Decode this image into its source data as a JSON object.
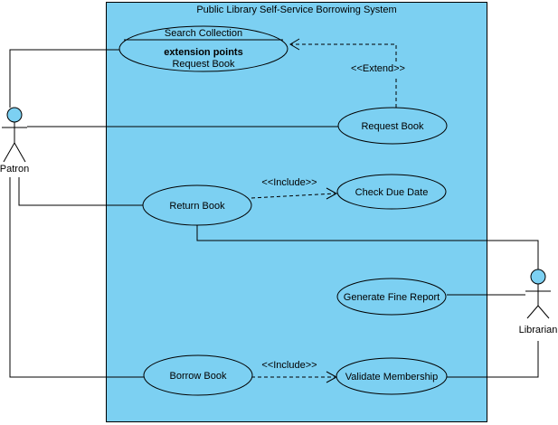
{
  "diagram": {
    "title": "Public Library Self-Service Borrowing System",
    "colors": {
      "node_fill": "#7CD0F2",
      "stroke": "#000000",
      "text": "#000000",
      "canvas_background": "#FFFFFF"
    },
    "actors": {
      "patron": {
        "label": "Patron"
      },
      "librarian": {
        "label": "Librarian"
      }
    },
    "use_cases": {
      "search_collection": {
        "label": "Search Collection",
        "extension_points_heading": "extension points",
        "extension_point": "Request Book"
      },
      "request_book": {
        "label": "Request Book"
      },
      "check_due_date": {
        "label": "Check Due Date"
      },
      "return_book": {
        "label": "Return Book"
      },
      "generate_fine_report": {
        "label": "Generate Fine Report"
      },
      "borrow_book": {
        "label": "Borrow Book"
      },
      "validate_membership": {
        "label": "Validate Membership"
      }
    },
    "stereotypes": {
      "extend": "<<Extend>>",
      "include": "<<Include>>"
    }
  }
}
